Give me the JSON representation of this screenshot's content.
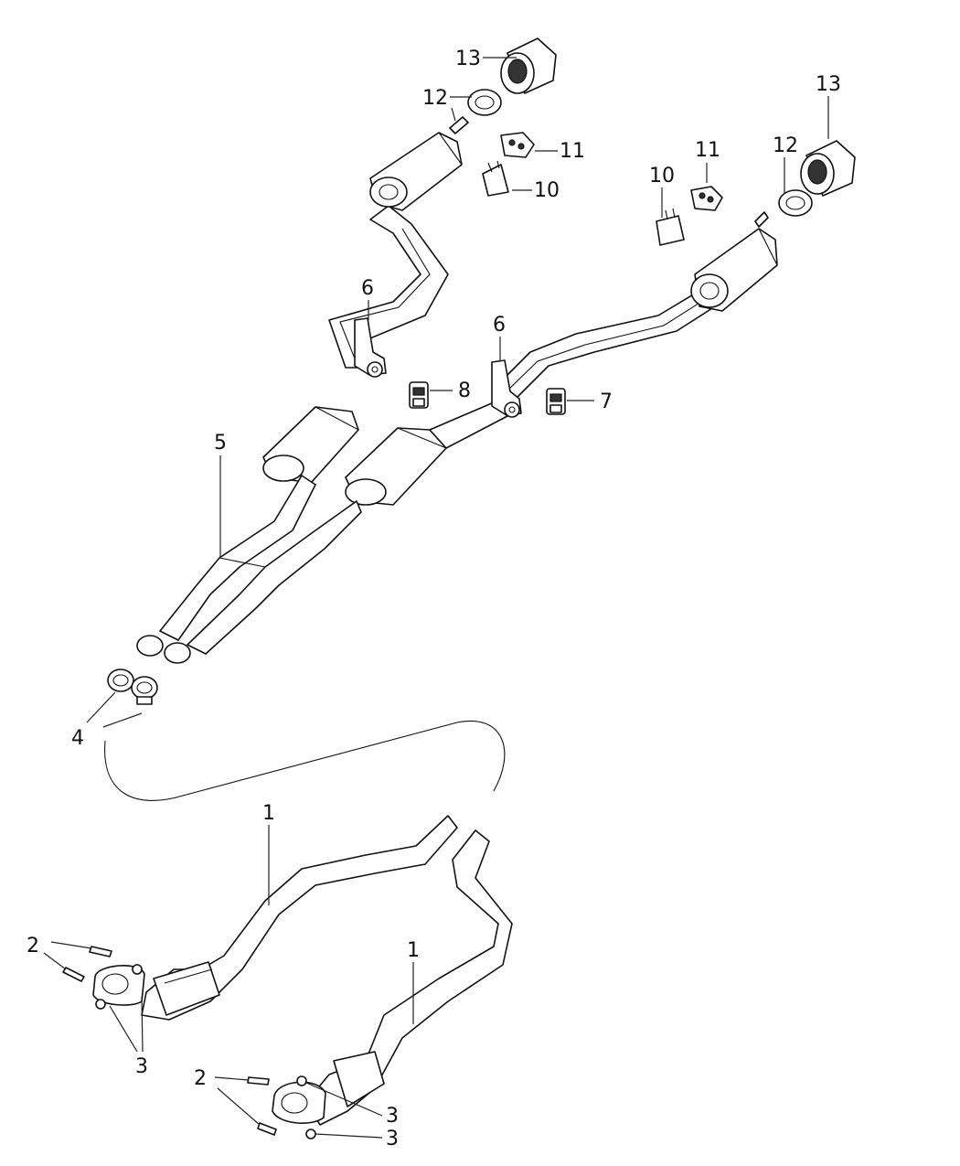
{
  "callouts": {
    "c1a": "1",
    "c1b": "1",
    "c2a": "2",
    "c2b": "2",
    "c3a": "3",
    "c3b": "3",
    "c3c": "3",
    "c4": "4",
    "c5": "5",
    "c6a": "6",
    "c6b": "6",
    "c7": "7",
    "c8": "8",
    "c10a": "10",
    "c10b": "10",
    "c11a": "11",
    "c11b": "11",
    "c12a": "12",
    "c12b": "12",
    "c13a": "13",
    "c13b": "13"
  }
}
